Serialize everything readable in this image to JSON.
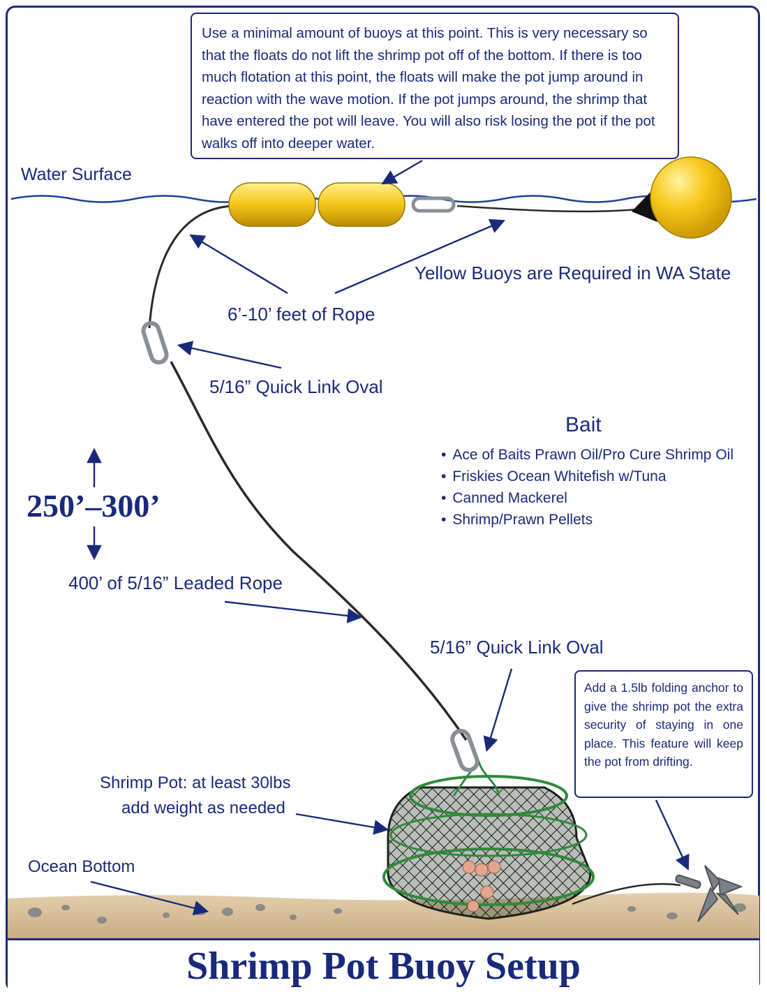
{
  "title": "Shrimp Pot Buoy Setup",
  "water_surface": "Water Surface",
  "ocean_bottom": "Ocean Bottom",
  "callouts": {
    "top": "Use a minimal amount of buoys at this point.  This is very necessary so that the floats do not lift the shrimp pot off of the bottom.  If there is too much flotation at this point, the floats will make the pot jump around in reaction with the wave motion.  If the pot jumps around, the shrimp that have entered the pot will leave.  You will also risk losing the pot if the pot walks off into deeper water.",
    "anchor": "Add a 1.5lb folding anchor to give the shrimp pot the extra security of staying in one place.  This feature will keep the pot from drifting."
  },
  "labels": {
    "yellow_buoys": "Yellow Buoys are Required in WA State",
    "rope_length": "6’-10’ feet of Rope",
    "quick_link_upper": "5/16” Quick Link Oval",
    "quick_link_lower": "5/16” Quick Link Oval",
    "depth": "250’–300’",
    "leaded_rope": "400’ of 5/16” Leaded Rope",
    "pot_line1": "Shrimp Pot: at least 30lbs",
    "pot_line2": "add weight as needed"
  },
  "bait": {
    "title": "Bait",
    "items": [
      "Ace of Baits Prawn Oil/Pro Cure Shrimp Oil",
      "Friskies Ocean Whitefish w/Tuna",
      "Canned Mackerel",
      "Shrimp/Prawn Pellets"
    ]
  },
  "colors": {
    "ink": "#1a2a7a",
    "buoy": "#f5c518",
    "sand": "#d9c3a0",
    "water_line": "#1e3f9c",
    "net": "#2b3a2b",
    "net_trim": "#2f8a3a"
  }
}
